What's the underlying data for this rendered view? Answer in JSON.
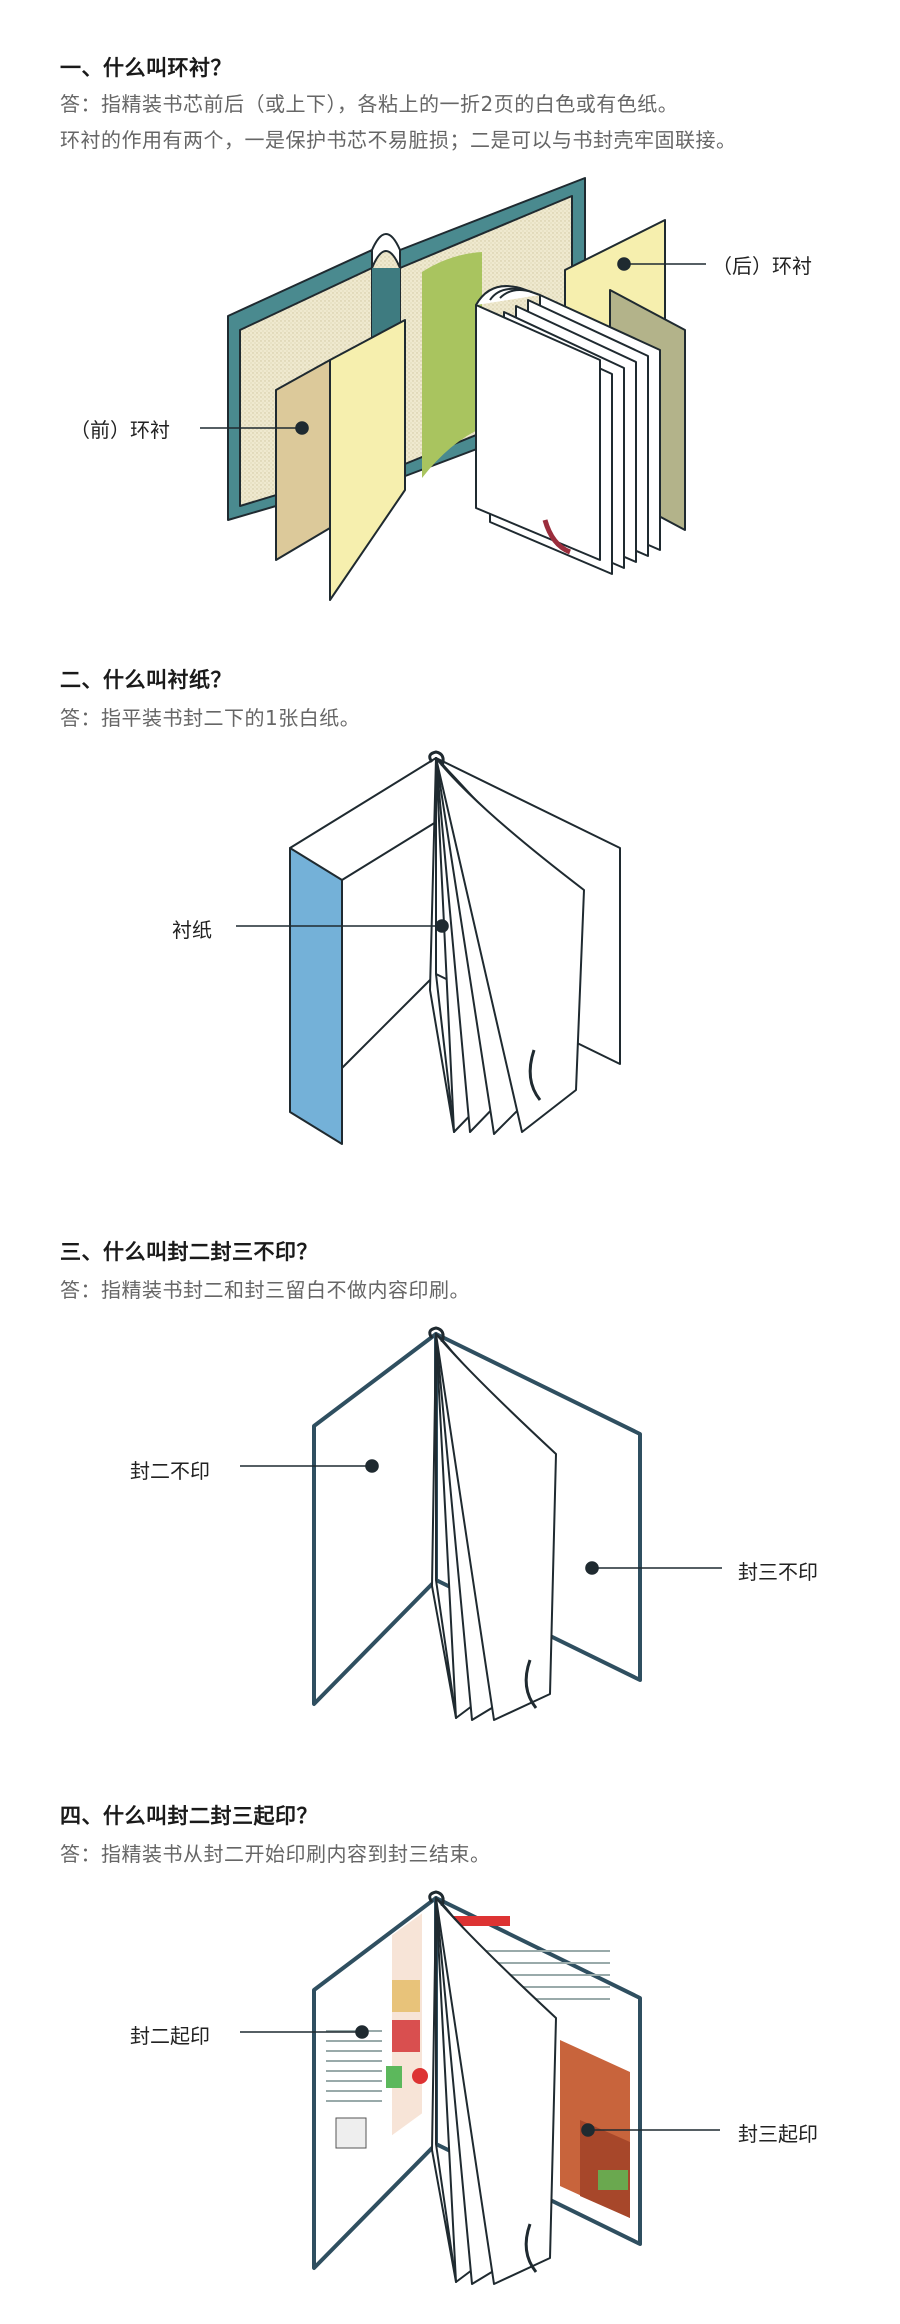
{
  "sections": [
    {
      "question": "一、什么叫环衬？",
      "answer_lines": [
        "答：指精装书芯前后（或上下），各粘上的一折2页的白色或有色纸。",
        "环衬的作用有两个，一是保护书芯不易脏损；二是可以与书封壳牢固联接。"
      ],
      "labels": {
        "front": "（前）环衬",
        "back": "（后）环衬"
      }
    },
    {
      "question": "二、什么叫衬纸？",
      "answer_lines": [
        "答：指平装书封二下的1张白纸。"
      ],
      "labels": {
        "main": "衬纸"
      }
    },
    {
      "question": "三、什么叫封二封三不印？",
      "answer_lines": [
        "答：指精装书封二和封三留白不做内容印刷。"
      ],
      "labels": {
        "left": "封二不印",
        "right": "封三不印"
      }
    },
    {
      "question": "四、什么叫封二封三起印？",
      "answer_lines": [
        "答：指精装书从封二开始印刷内容到封三结束。"
      ],
      "labels": {
        "left": "封二起印",
        "right": "封三起印"
      }
    }
  ],
  "colors": {
    "cover_teal": "#4a8a8f",
    "linen": "#efe9cf",
    "tan": "#dcc99a",
    "cream": "#f6efae",
    "green": "#a9c45f",
    "olive": "#b3b38a",
    "blue": "#74b1d8",
    "ribbon": "#9b2d3c",
    "dark_edge": "#2f4f60"
  }
}
